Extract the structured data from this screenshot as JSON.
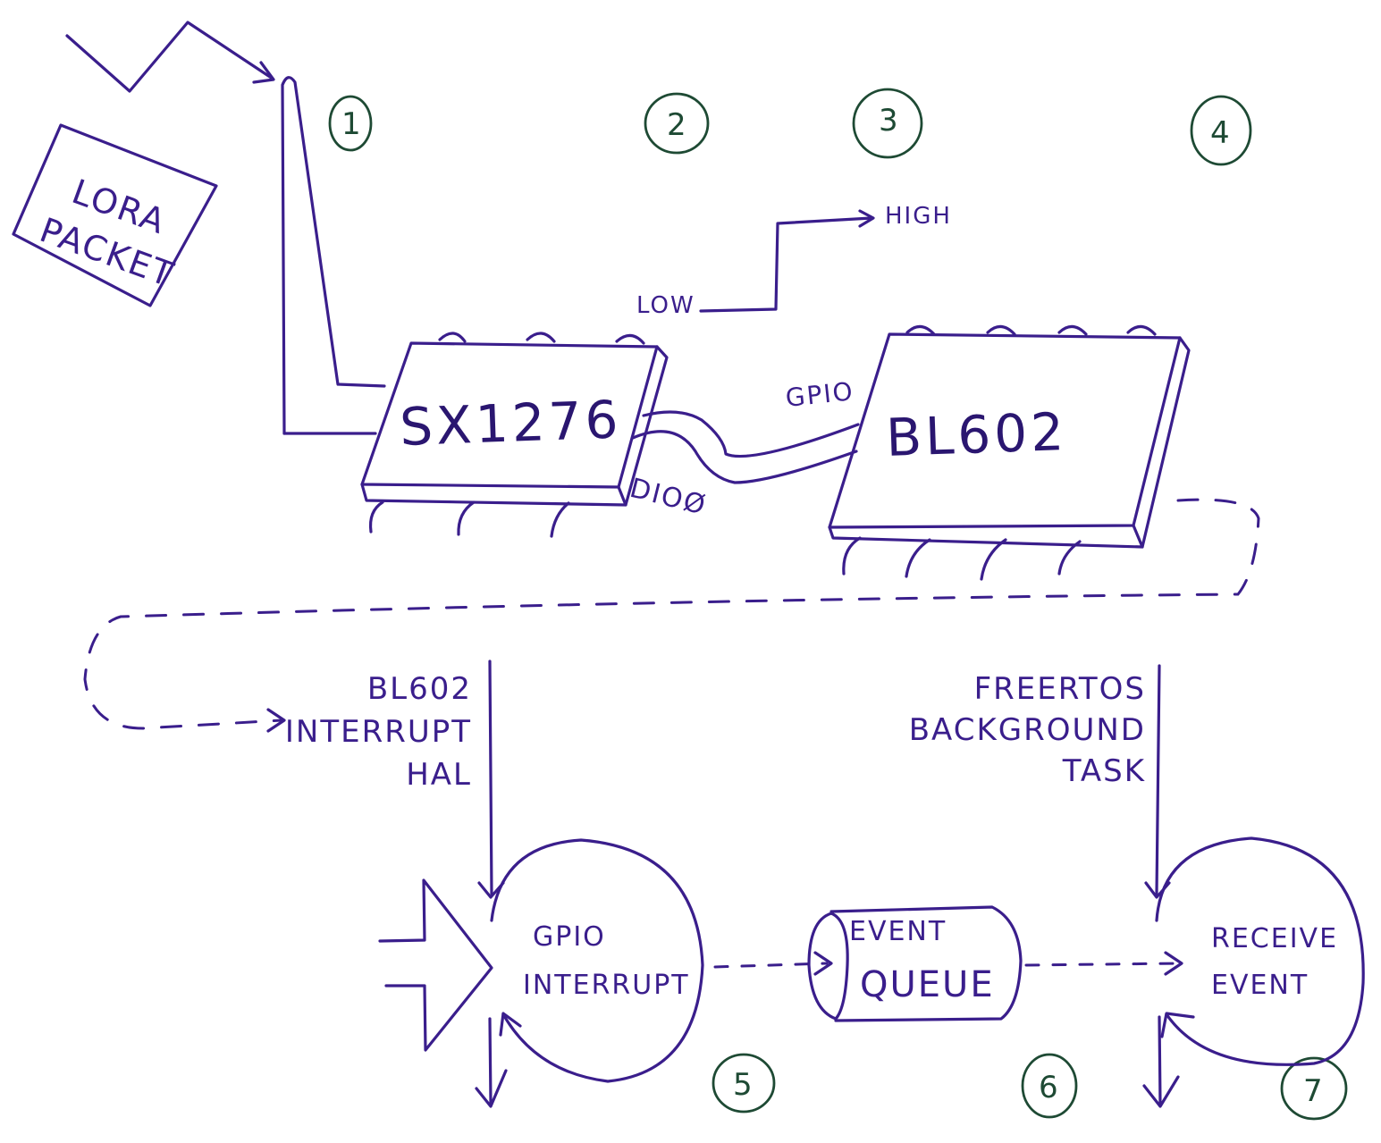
{
  "step_numbers": [
    "1",
    "2",
    "3",
    "4",
    "5",
    "6",
    "7"
  ],
  "lora_packet": {
    "line1": "LORA",
    "line2": "PACKET"
  },
  "signal": {
    "low": "LOW",
    "high": "HIGH"
  },
  "chips": {
    "sx1276": "SX1276",
    "bl602": "BL602"
  },
  "pins": {
    "dio0": "DIOØ",
    "gpio": "GPIO"
  },
  "hal_label": {
    "line1": "BL602",
    "line2": "INTERRUPT",
    "line3": "HAL"
  },
  "freertos_label": {
    "line1": "FREERTOS",
    "line2": "BACKGROUND",
    "line3": "TASK"
  },
  "gpio_interrupt": {
    "line1": "GPIO",
    "line2": "INTERRUPT"
  },
  "event_queue": {
    "line1": "EVENT",
    "line2": "QUEUE"
  },
  "receive_event": {
    "line1": "RECEIVE",
    "line2": "EVENT"
  },
  "colors": {
    "ink": "#3a1e8c",
    "number_ink": "#1e4a34",
    "background": "#ffffff"
  }
}
